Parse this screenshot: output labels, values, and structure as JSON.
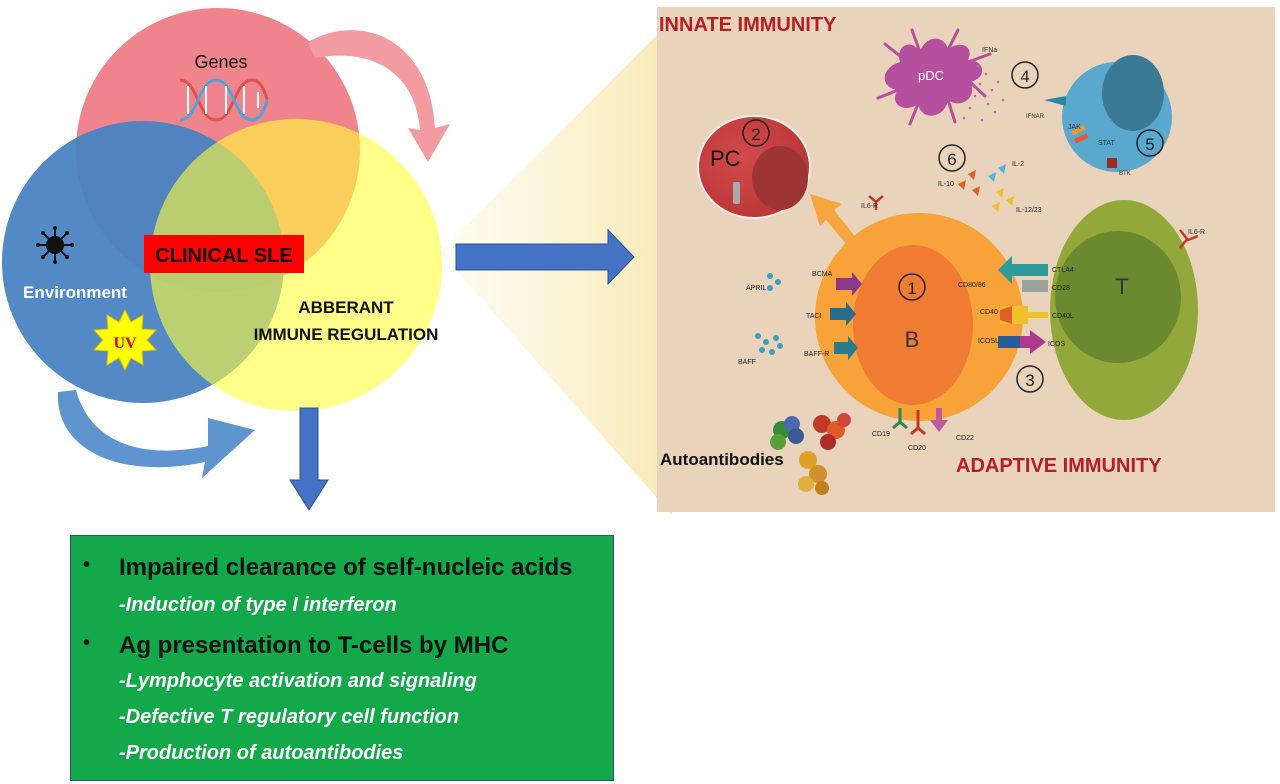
{
  "venn": {
    "genes_label": "Genes",
    "environment_label": "Environment",
    "uv_label": "UV",
    "clinical_label": "CLINICAL SLE",
    "aberrant_line1": "ABBERANT",
    "aberrant_line2": "IMMUNE REGULATION"
  },
  "immunity": {
    "innate_label": "INNATE IMMUNITY",
    "adaptive_label": "ADAPTIVE IMMUNITY",
    "autoantibodies_label": "Autoantibodies",
    "cells": {
      "pdc": "pDC",
      "ifna": "IFNa",
      "ifnar": "IFNAR",
      "jak": "JAK",
      "stat": "STAT",
      "btk": "BTK",
      "pc": "PC",
      "b": "B",
      "t": "T",
      "il6r_b": "IL6-R",
      "il6r_t": "IL6-R"
    },
    "numbers": [
      "1",
      "2",
      "3",
      "4",
      "5",
      "6"
    ],
    "cytokines": [
      "IL-2",
      "IL-10",
      "IL-12/23"
    ],
    "b_receptors_left": [
      "BCMA",
      "TACI",
      "BAFF-R"
    ],
    "ligands_left": [
      "APRIL",
      "BAFF"
    ],
    "b_receptors_right": [
      "CD80/86",
      "CD40",
      "ICOSL"
    ],
    "t_receptors": [
      "CTLA4",
      "CD28",
      "CD40L",
      "ICOS"
    ],
    "b_bottom": [
      "CD19",
      "CD20",
      "CD22"
    ]
  },
  "outcomes": {
    "items": [
      {
        "heading": "Impaired clearance of self-nucleic acids",
        "subs": [
          "-Induction of type I interferon"
        ]
      },
      {
        "heading": "Ag presentation to T-cells by MHC",
        "subs": [
          "-Lymphocyte activation and signaling",
          "-Defective T regulatory cell function",
          "-Production of autoantibodies"
        ]
      }
    ]
  },
  "colors": {
    "genes_circle": "#f0848c",
    "environment_circle": "#4a83c2",
    "immune_circle": "#ffff3a",
    "clinical_box": "#ff0000",
    "panel_bg": "#e9d3bb",
    "outcome_box": "#13a84a",
    "arrow_blue": "#4472c4",
    "title_red": "#b21f24"
  }
}
